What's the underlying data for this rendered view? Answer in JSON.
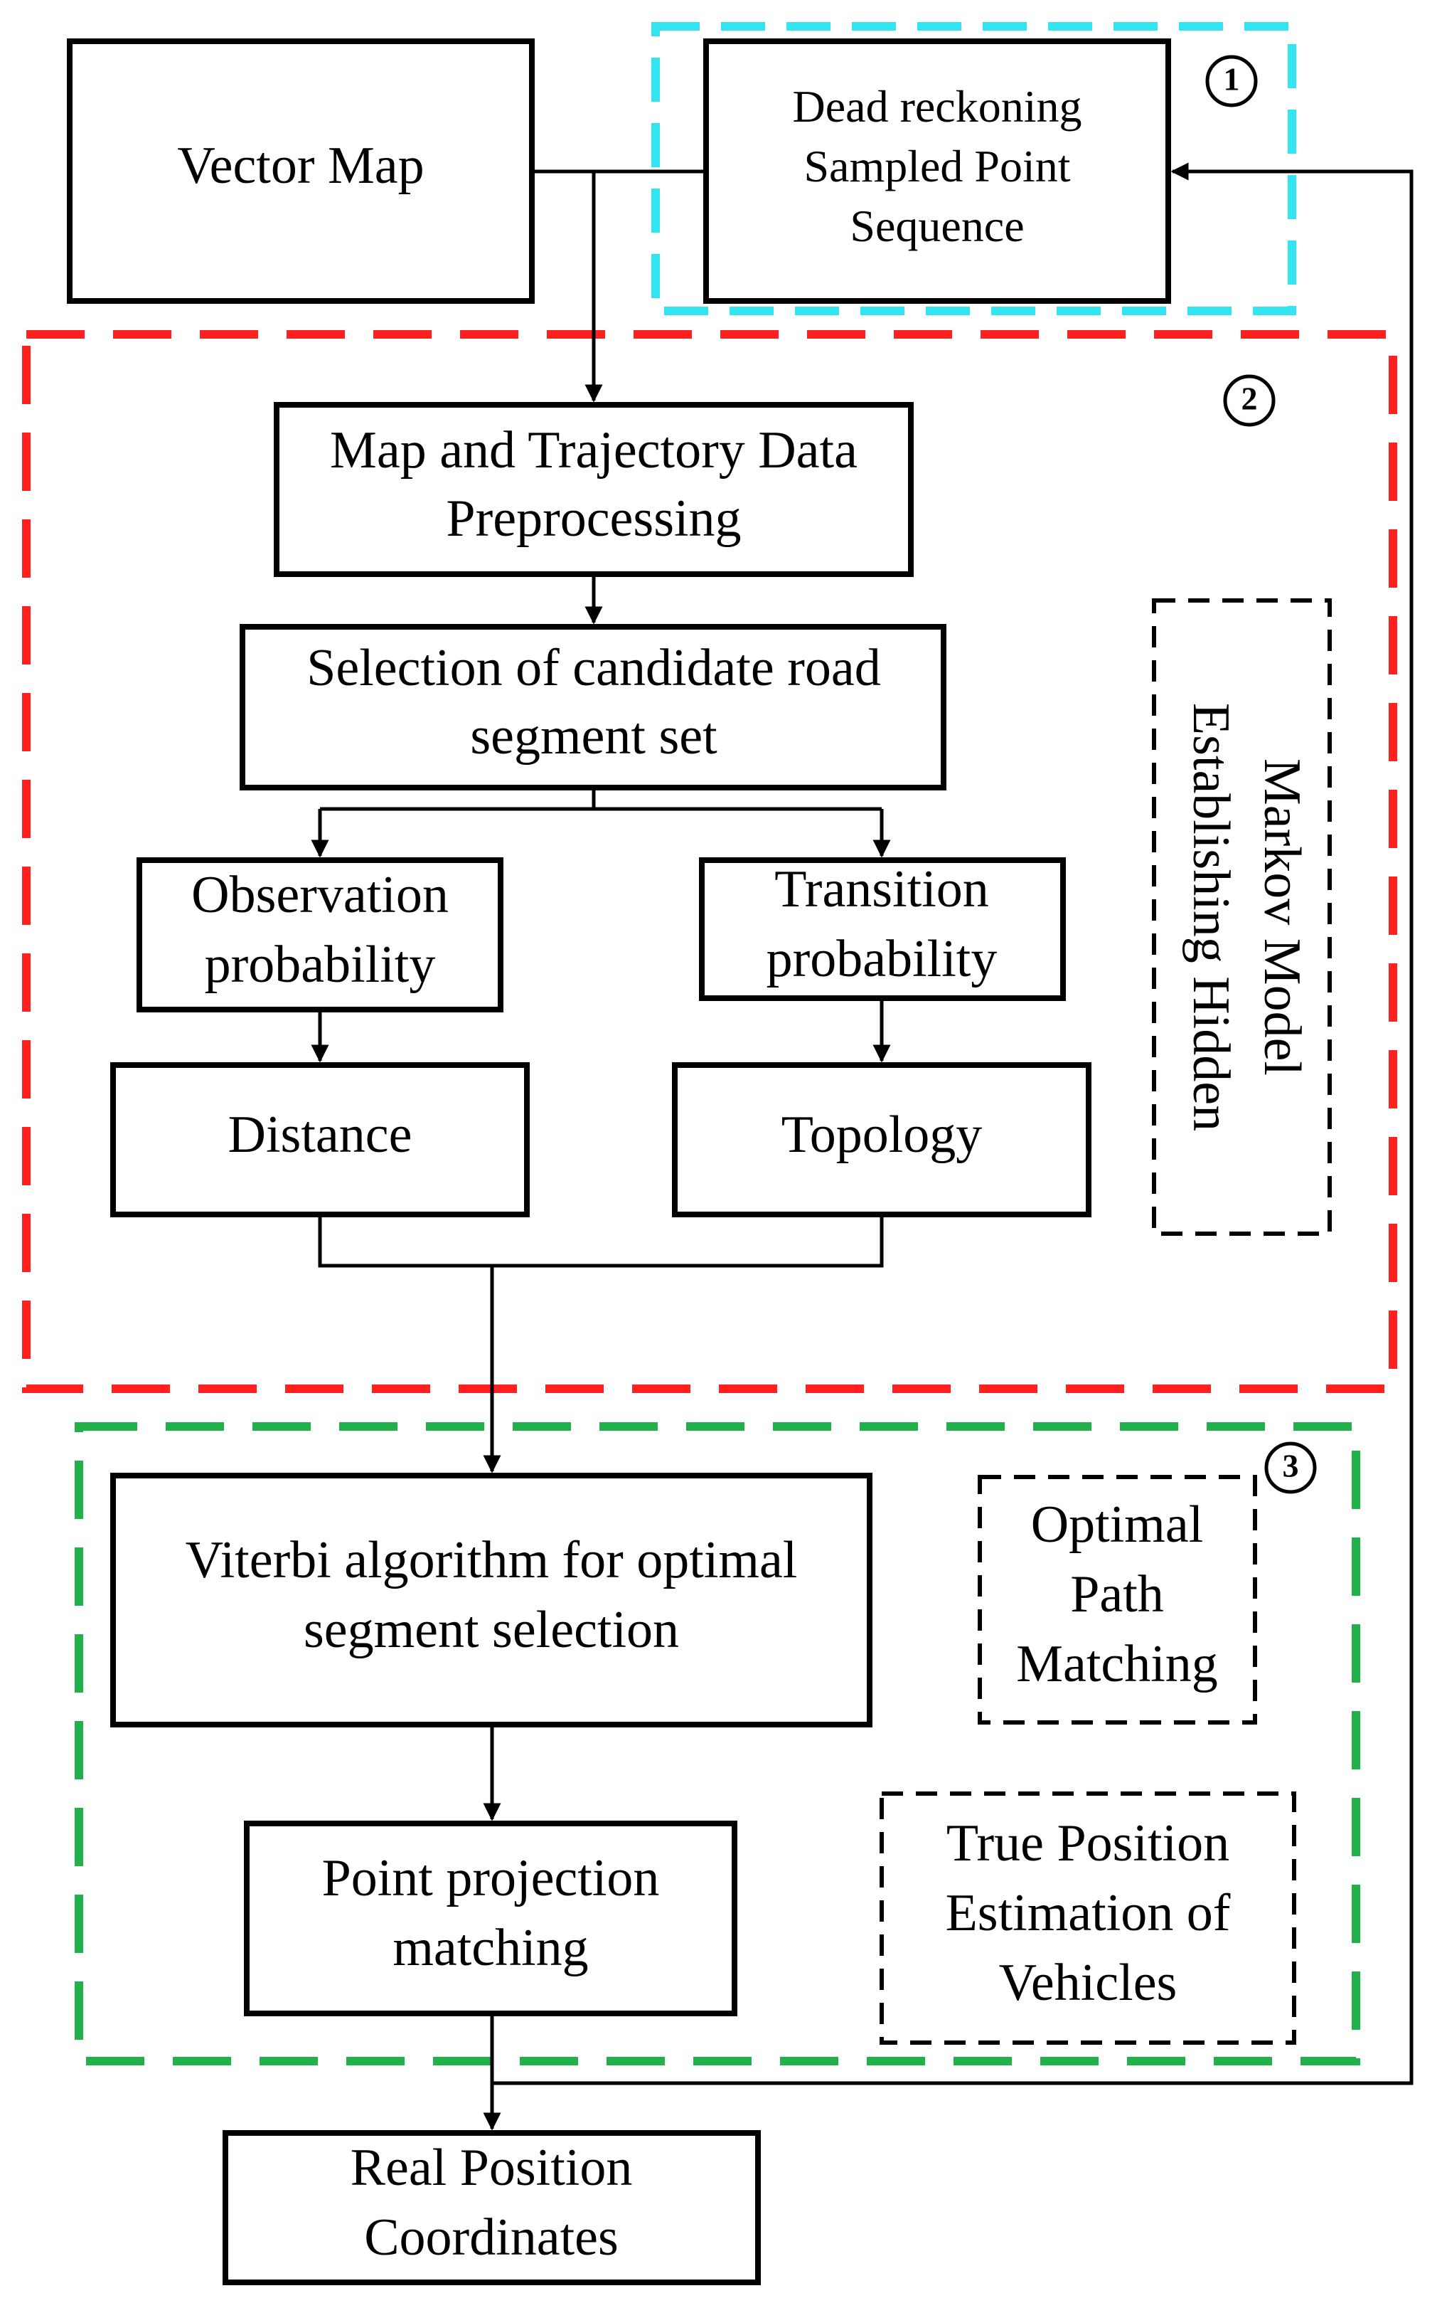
{
  "region_markers": {
    "one": "①",
    "two": "②",
    "three": "③"
  },
  "boxes": {
    "vector_map": [
      "Vector Map"
    ],
    "dead_reckoning": [
      "Dead reckoning",
      "Sampled Point",
      "Sequence"
    ],
    "preprocessing": [
      "Map and Trajectory Data",
      "Preprocessing"
    ],
    "candidate_selection": [
      "Selection of candidate road",
      "segment set"
    ],
    "observation_probability": [
      "Observation",
      "probability"
    ],
    "transition_probability": [
      "Transition",
      "probability"
    ],
    "distance": [
      "Distance"
    ],
    "topology": [
      "Topology"
    ],
    "hmm_label": [
      "Establishing Hidden",
      "Markov Model"
    ],
    "viterbi": [
      "Viterbi algorithm for optimal",
      "segment selection"
    ],
    "optimal_path_label": [
      "Optimal",
      "Path",
      "Matching"
    ],
    "point_projection": [
      "Point projection",
      "matching"
    ],
    "true_position_label": [
      "True Position",
      "Estimation of",
      "Vehicles"
    ],
    "real_position": [
      "Real Position",
      "Coordinates"
    ]
  },
  "colors": {
    "region_one": "#33e5f0",
    "region_two": "#ff2020",
    "region_three": "#22b04a",
    "line": "#000000"
  }
}
